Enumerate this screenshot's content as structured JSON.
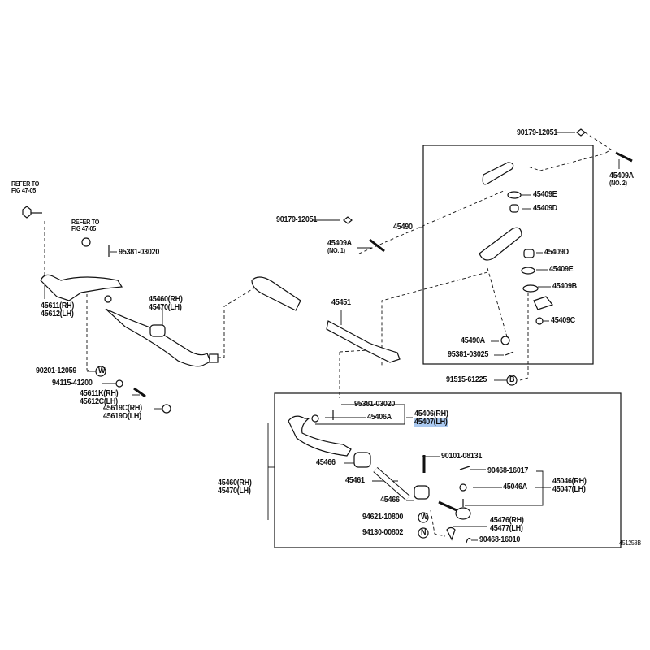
{
  "diagram_id": "451258B",
  "labels": {
    "refer1": [
      "REFER TO",
      "FIG 47-05"
    ],
    "refer2": [
      "REFER TO",
      "FIG 47-05"
    ],
    "p95381_03020_a": "95381-03020",
    "p45611": [
      "45611(RH)",
      "45612(LH)"
    ],
    "p45460_a": [
      "45460(RH)",
      "45470(LH)"
    ],
    "p90201": "90201-12059",
    "p94115": "94115-41200",
    "p45611k": [
      "45611K(RH)",
      "45612C(LH)"
    ],
    "p45619c": [
      "45619C(RH)",
      "45619D(LH)"
    ],
    "p90179_a": "90179-12051",
    "p45409a_1": [
      "45409A",
      "(NO. 1)"
    ],
    "p45490": "45490",
    "p45451": "45451",
    "p90179_b": "90179-12051",
    "p45409a_2": [
      "45409A",
      "(NO. 2)"
    ],
    "p45409e_a": "45409E",
    "p45409d_a": "45409D",
    "p45409d_b": "45409D",
    "p45409e_b": "45409E",
    "p45409b": "45409B",
    "p45409c": "45409C",
    "p45490a": "45490A",
    "p95381_03025": "95381-03025",
    "p91515": "91515-61225",
    "p95381_03020_b": "95381-03020",
    "p45406a": "45406A",
    "p45406": [
      "45406(RH)",
      "45407(LH)"
    ],
    "p45460_b": [
      "45460(RH)",
      "45470(LH)"
    ],
    "p45466_a": "45466",
    "p90101": "90101-08131",
    "p90468_16017": "90468-16017",
    "p45461": "45461",
    "p45046a": "45046A",
    "p45046": [
      "45046(RH)",
      "45047(LH)"
    ],
    "p45466_b": "45466",
    "p94621": "94621-10800",
    "p45476": [
      "45476(RH)",
      "45477(LH)"
    ],
    "p94130": "94130-00802",
    "p90468_16010": "90468-16010"
  },
  "symbols": {
    "w1": "W",
    "w2": "W",
    "n": "N",
    "b": "B"
  },
  "highlight_color": "#a9c8ef"
}
